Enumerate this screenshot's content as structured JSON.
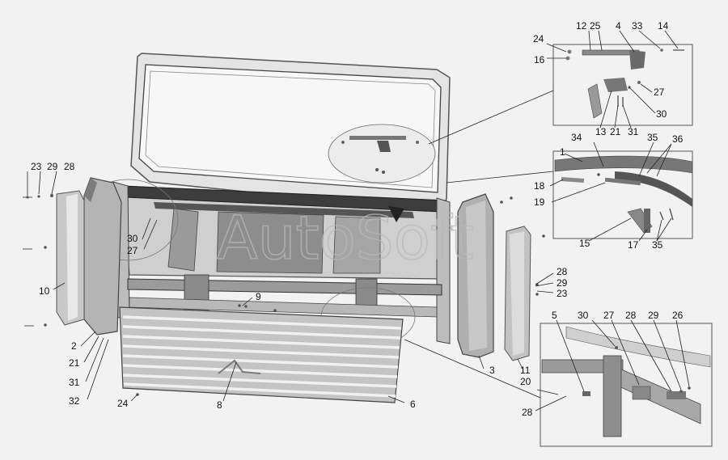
{
  "watermark": "AutoSoft",
  "callouts": [
    {
      "id": "c-24-top",
      "text": "24"
    },
    {
      "id": "c-16",
      "text": "16"
    },
    {
      "id": "c-12",
      "text": "12"
    },
    {
      "id": "c-25-top",
      "text": "25"
    },
    {
      "id": "c-4",
      "text": "4"
    },
    {
      "id": "c-33",
      "text": "33"
    },
    {
      "id": "c-14",
      "text": "14"
    },
    {
      "id": "c-27-top",
      "text": "27"
    },
    {
      "id": "c-30-top",
      "text": "30"
    },
    {
      "id": "c-13",
      "text": "13"
    },
    {
      "id": "c-21-top",
      "text": "21"
    },
    {
      "id": "c-31-top",
      "text": "31"
    },
    {
      "id": "c-1",
      "text": "1"
    },
    {
      "id": "c-34",
      "text": "34"
    },
    {
      "id": "c-35-a",
      "text": "35"
    },
    {
      "id": "c-36",
      "text": "36"
    },
    {
      "id": "c-18",
      "text": "18"
    },
    {
      "id": "c-19",
      "text": "19"
    },
    {
      "id": "c-15",
      "text": "15"
    },
    {
      "id": "c-17",
      "text": "17"
    },
    {
      "id": "c-35-b",
      "text": "35"
    },
    {
      "id": "c-23-left",
      "text": "23"
    },
    {
      "id": "c-29-left",
      "text": "29"
    },
    {
      "id": "c-28-left",
      "text": "28"
    },
    {
      "id": "c-30-mid",
      "text": "30"
    },
    {
      "id": "c-27-mid",
      "text": "27"
    },
    {
      "id": "c-10",
      "text": "10"
    },
    {
      "id": "c-9",
      "text": "9"
    },
    {
      "id": "c-2",
      "text": "2"
    },
    {
      "id": "c-21-left",
      "text": "21"
    },
    {
      "id": "c-31-left",
      "text": "31"
    },
    {
      "id": "c-32",
      "text": "32"
    },
    {
      "id": "c-24-bottom",
      "text": "24"
    },
    {
      "id": "c-8",
      "text": "8"
    },
    {
      "id": "c-6",
      "text": "6"
    },
    {
      "id": "c-3",
      "text": "3"
    },
    {
      "id": "c-11",
      "text": "11"
    },
    {
      "id": "c-20",
      "text": "20"
    },
    {
      "id": "c-28-right",
      "text": "28"
    },
    {
      "id": "c-29-right",
      "text": "29"
    },
    {
      "id": "c-23-right",
      "text": "23"
    },
    {
      "id": "c-5",
      "text": "5"
    },
    {
      "id": "c-30-bot",
      "text": "30"
    },
    {
      "id": "c-27-bot",
      "text": "27"
    },
    {
      "id": "c-28-bot",
      "text": "28"
    },
    {
      "id": "c-29-bot",
      "text": "29"
    },
    {
      "id": "c-26",
      "text": "26"
    },
    {
      "id": "c-28-bottom",
      "text": "28"
    }
  ]
}
